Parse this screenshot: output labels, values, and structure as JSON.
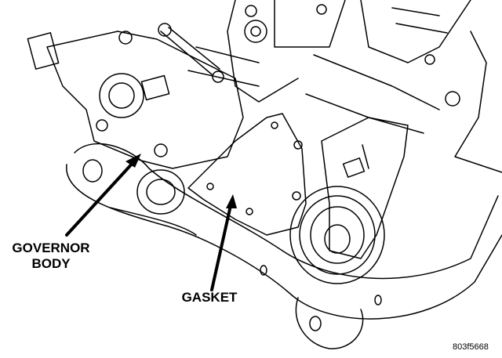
{
  "labels": {
    "governor_body_line1": "GOVERNOR",
    "governor_body_line2": "BODY",
    "gasket": "GASKET"
  },
  "figure_code": "803f5668",
  "colors": {
    "ink": "#000000",
    "paper": "#ffffff"
  }
}
